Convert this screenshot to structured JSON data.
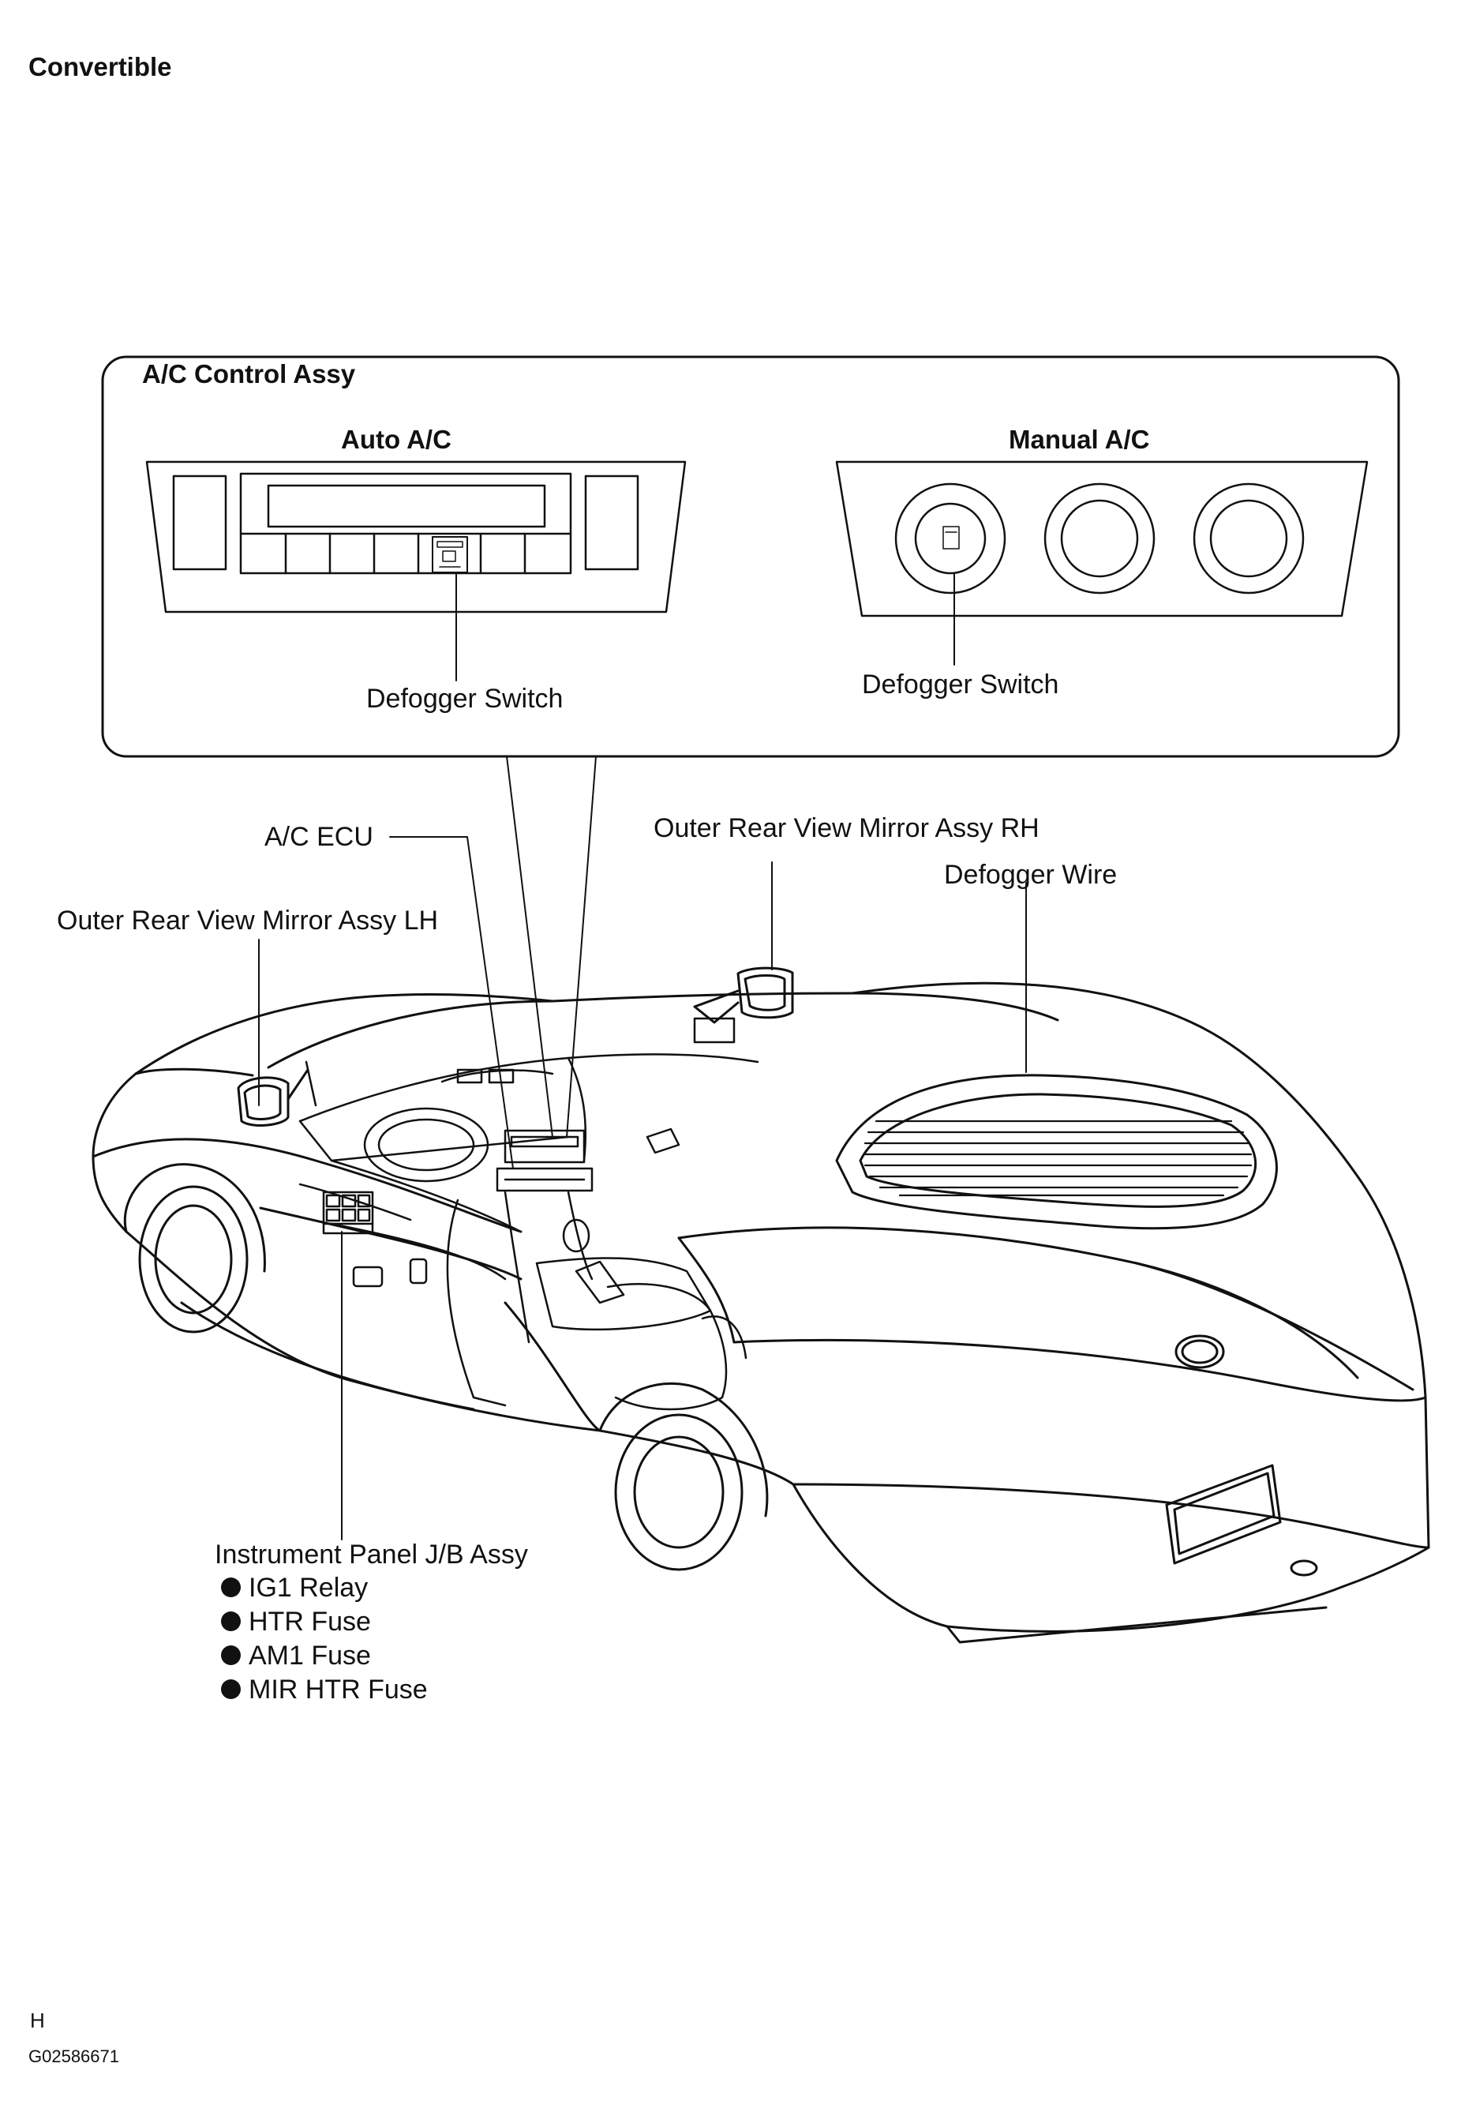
{
  "page": {
    "title": "Convertible",
    "footer_letter": "H",
    "footer_code": "G02586671"
  },
  "control_box": {
    "title": "A/C Control Assy",
    "auto_label": "Auto A/C",
    "manual_label": "Manual A/C",
    "auto_switch_label": "Defogger Switch",
    "manual_switch_label": "Defogger Switch"
  },
  "callouts": {
    "ac_ecu": "A/C ECU",
    "mirror_rh": "Outer Rear View Mirror Assy RH",
    "defogger_wire": "Defogger Wire",
    "mirror_lh": "Outer Rear View Mirror Assy LH"
  },
  "junction_block": {
    "title": "Instrument Panel J/B Assy",
    "items": [
      "IG1 Relay",
      "HTR Fuse",
      "AM1 Fuse",
      "MIR HTR Fuse"
    ]
  }
}
